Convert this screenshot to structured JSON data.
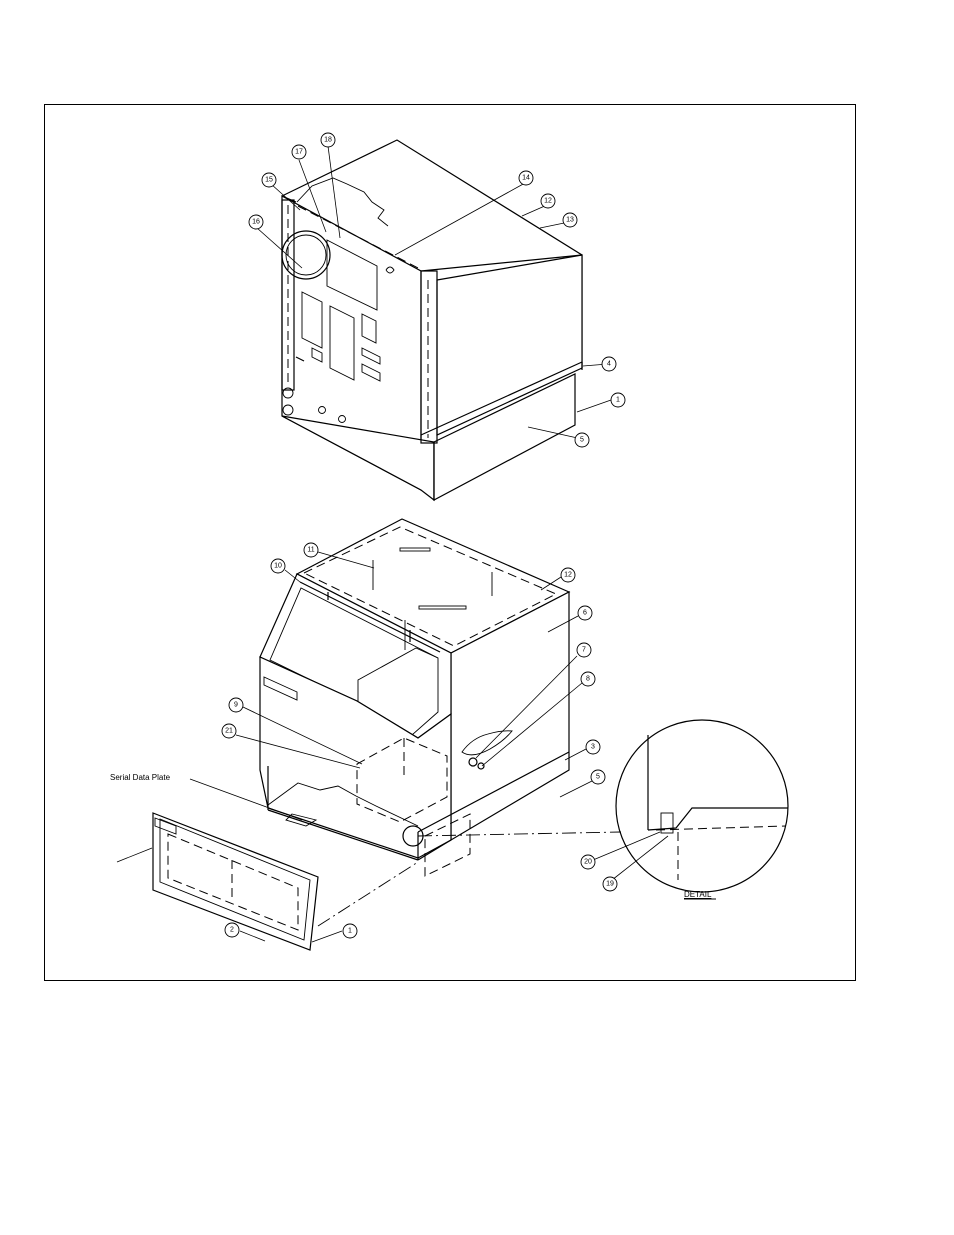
{
  "callouts_upper": [
    "18",
    "17",
    "15",
    "16",
    "14",
    "12",
    "13",
    "4",
    "1",
    "5"
  ],
  "callouts_lower": [
    "11",
    "10",
    "12",
    "6",
    "7",
    "8",
    "9",
    "21",
    "3",
    "5",
    "20",
    "19",
    "2",
    "1"
  ],
  "serial_label": "Serial Data Plate",
  "detail_label": "DETAIL"
}
